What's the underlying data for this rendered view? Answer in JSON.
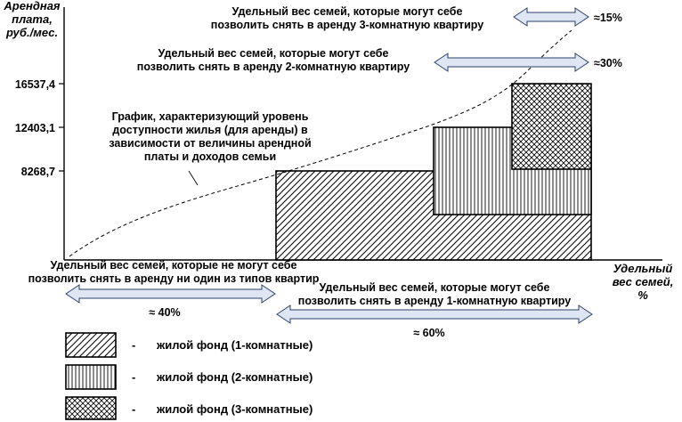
{
  "axes": {
    "y_title": [
      "Арендная",
      "плата,",
      "руб./мес."
    ],
    "x_title": [
      "Удельный",
      "вес семей,",
      "%"
    ],
    "y_ticks": [
      "16537,4",
      "12403,1",
      "8268,7"
    ]
  },
  "annotations": {
    "three_room": [
      "Удельный вес семей, которые могут себе",
      "позволить снять в аренду 3-комнатную квартиру"
    ],
    "two_room": [
      "Удельный вес семей, которые могут себе",
      "позволить снять в аренду 2-комнатную квартиру"
    ],
    "curve_note": [
      "График, характеризующий уровень",
      "доступности жилья (для аренды) в",
      "зависимости от величины арендной",
      "платы и доходов семьи"
    ],
    "none_types": [
      "Удельный вес семей, которые не могут себе",
      "позволить снять в аренду ни один из типов квартир"
    ],
    "one_room": [
      "Удельный вес семей, которые могут себе",
      "позволить снять в аренду 1-комнатную квартиру"
    ]
  },
  "percents": {
    "p15": "≈15%",
    "p30": "≈30%",
    "p40": "≈ 40%",
    "p60": "≈ 60%"
  },
  "legend": [
    {
      "pattern": "diag",
      "dash": "-",
      "label": "жилой фонд (1-комнатные)"
    },
    {
      "pattern": "vert",
      "dash": "-",
      "label": "жилой фонд (2-комнатные)"
    },
    {
      "pattern": "cross",
      "dash": "-",
      "label": "жилой фонд (3-комнатные)"
    }
  ],
  "colors": {
    "arrow_fill": "#dde6f2",
    "arrow_stroke": "#2b3f6b",
    "ink": "#000000"
  }
}
